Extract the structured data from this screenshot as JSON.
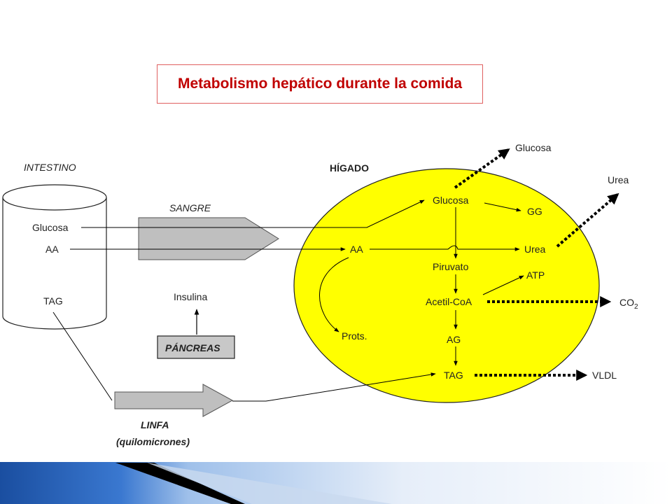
{
  "title": "Metabolismo hepático durante la comida",
  "labels": {
    "intestino": "INTESTINO",
    "higado": "HÍGADO",
    "sangre": "SANGRE",
    "linfa": "LINFA",
    "quilomicrones": "(quilomicrones)",
    "pancreas": "PÁNCREAS",
    "insulina": "Insulina",
    "int_glucosa": "Glucosa",
    "int_aa": "AA",
    "int_tag": "TAG",
    "liv_glucosa": "Glucosa",
    "liv_gg": "GG",
    "liv_aa": "AA",
    "liv_urea": "Urea",
    "liv_piruvato": "Piruvato",
    "liv_atp": "ATP",
    "liv_acetilcoa": "Acetil-CoA",
    "liv_prots": "Prots.",
    "liv_ag": "AG",
    "liv_tag": "TAG",
    "out_glucosa": "Glucosa",
    "out_urea": "Urea",
    "out_co2": "CO",
    "out_co2_sub": "2",
    "out_vldl": "VLDL"
  },
  "colors": {
    "title": "#c00000",
    "liver_fill": "#ffff00",
    "arrow_fill": "#bfbfbf",
    "footer_blue": "#1f4fa8"
  }
}
